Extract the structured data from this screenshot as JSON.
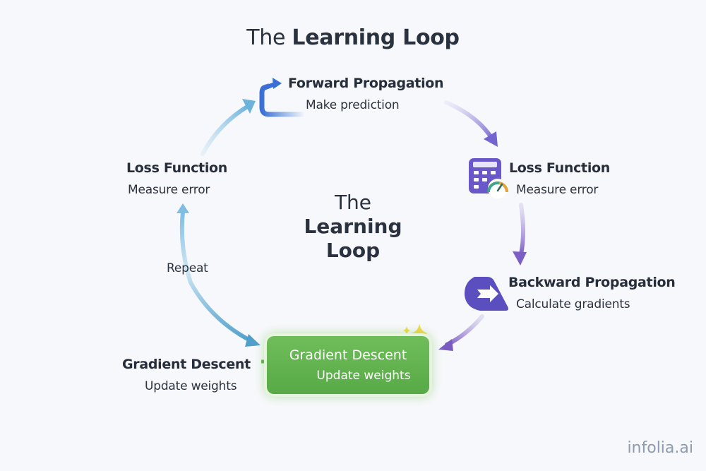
{
  "title": {
    "prefix": "The",
    "bold": "Learning Loop"
  },
  "center_label": {
    "line1": "The",
    "line2": "Learning",
    "line3": "Loop"
  },
  "nodes": {
    "forward": {
      "title": "Forward Propagation",
      "subtitle": "Make prediction",
      "icon": "loop-arrow-icon",
      "color": "#3a78d6"
    },
    "loss_right": {
      "title": "Loss Function",
      "subtitle": "Measure error",
      "icon": "calculator-gauge-icon",
      "color": "#6a57c9"
    },
    "backward": {
      "title": "Backward Propagation",
      "subtitle": "Calculate gradients",
      "icon": "back-arrow-tag-icon",
      "color": "#5b4fc0"
    },
    "gradient_box": {
      "title": "Gradient Descent",
      "subtitle": "Update weights",
      "icon": "stairs-down-icon",
      "color": "#5fb04c"
    },
    "gradient_left": {
      "title": "Gradient Descent",
      "subtitle": "Update weights"
    },
    "loss_left": {
      "title": "Loss Function",
      "subtitle": "Measure error"
    }
  },
  "repeat_label": "Repeat",
  "brand": "infolia.ai",
  "colors": {
    "blue_arrow": "#5aa8d6",
    "purple_arrow": "#7b62c8",
    "sparkle": "#f4d94a"
  }
}
